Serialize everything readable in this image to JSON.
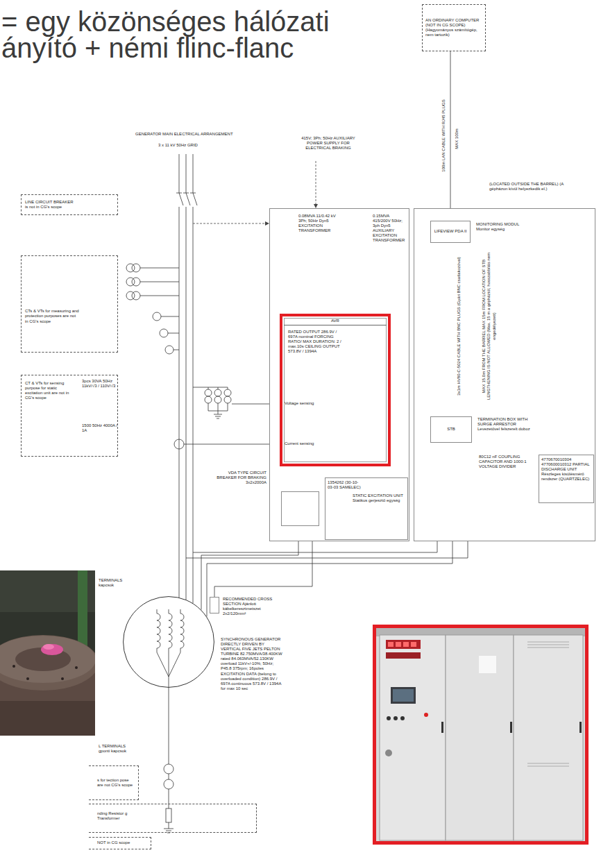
{
  "diagram": {
    "title": "= egy közönséges hálózati ányító + némi flinc-flanc",
    "nodes": [
      {
        "text": [
          "AN ORDINARY COMPUTER (NOT IN CG SCOPE) (Hagyományos számítógép, nem tartozik)"
        ]
      },
      {
        "text": [
          "LINE CIRCUIT BREAKER is not in CG's scope"
        ]
      },
      {
        "text": [
          "CTs & VTs for measuring and protection purposes are not in CG's scope"
        ]
      },
      {
        "text": [
          "CT & VTs for sensing purpose for static excitation unit are not in CG's scope"
        ]
      },
      {
        "text": [
          "0.08MVA 11/0.42 kV 3Ph; 50Hz Dyn5 EXCITATION TRANSFORMER",
          "0.15MVA 415/200V 50Hz; 3ph Dyn5 AUXILIARY EXCITATION TRANSFORMER"
        ]
      },
      {
        "text": [
          "AVR",
          "RATED OUTPUT 286.9V / 697A nominal FORCING RATIO/ MAX DURATION: 2 / max.10s CEILING OUTPUT 573.8V / 1394A",
          "Voltage sensing",
          "Current sensing"
        ],
        "in": 4
      },
      {
        "text": [
          "VDA TYPE CIRCUIT BREAKER FOR BRAKING 3x2x2000A"
        ],
        "in": 4
      },
      {
        "text": [
          "1354262 (30-10-03-03 SAMELEC)",
          "STATIC EXCITATION UNIT Statikus gerjesztő egység"
        ],
        "in": 4
      },
      {
        "text": [
          "3x1m HV80-C-5024 CABLE WITH BNC PLUGS (Gyári BNC csatlakozóval)",
          "MAX 15.0m FROM THE BARREL MAX 15m FROM LOCATION OF STB LENGTHENING IS NOT ALLOWED (Max. 15 m a gépháztól, hosszabbítás nem engedélyezett)"
        ]
      },
      {
        "text": [
          "LIFEVIEW PDA II",
          "MONITORING MODUL Monitor egység"
        ],
        "in": 8
      },
      {
        "text": [
          "STB",
          "TERMINATION BOX WITH SURGE ARRESTOR Levezetővel felszerelt doboz"
        ],
        "in": 8
      },
      {
        "text": [
          "4770670010304 4770600010312 PARTIAL DISCHARGE UNIT Részleges kisülésmérő rendszer (QUARTZELEC)"
        ],
        "in": 8
      },
      {
        "text": [
          "SYNCHRONOUS GENERATOR DIRECTLY DRIVEN BY VERTICAL FIVE JETS PELTON TURBINE 82.750MVA/38.400KW rated 84.063MVA/52.130KW overload 11kV+/-10%; 50Hz; P45.8 375rpm; 16poles EXCITATION DATA (belong to overloaded condition) 286.9V / 697A continuous 573.8V / 1394A for max 10 sec"
        ]
      },
      {
        "text": [
          "RECOMMENDED CROSS SECTION Ajánlott kábelkeresztmetszet 2x2/120mm²"
        ]
      },
      {
        "text": [
          "s for tection pose are not CG's scope"
        ]
      },
      {
        "text": [
          "nding Resistor g Transformer"
        ]
      },
      {
        "text": [
          "NOT in CG scope"
        ]
      }
    ],
    "edges": [
      {
        "from": 0,
        "to": 9,
        "arrow": "none"
      },
      {
        "from": 9,
        "to": 10,
        "arrow": "none"
      },
      {
        "from": 4,
        "to": 12,
        "arrow": "none"
      },
      {
        "from": 8,
        "to": 12,
        "arrow": "none"
      },
      {
        "from": 13,
        "to": 4,
        "arrow": "none"
      }
    ],
    "labels": [
      "GENERATOR MAIN ELECTRICAL ARRANGEMENT",
      "3 x 11 kV 50Hz GRID",
      "415V; 3Ph; 50Hz AUXILIARY POWER SUPPLY FOR ELECTRICAL BRAKING",
      "100m LAN CABLE WITH RJ45 PLUGS",
      "MAX 100m",
      "(LOCATED OUTSIDE THE BARREL) (A gépházon kívül helyezkedik el.)",
      "3pcs 30VA 50Hz 11kV/√3 / 110V/√3",
      "1500 50Hz 4000A / 1A",
      "80C12 nF COUPLING CAPACITOR AND 1000:1 VOLTAGE DIVIDER",
      "TERMINALS kapcsok",
      "L TERMINALS gponti kapcsok"
    ]
  }
}
